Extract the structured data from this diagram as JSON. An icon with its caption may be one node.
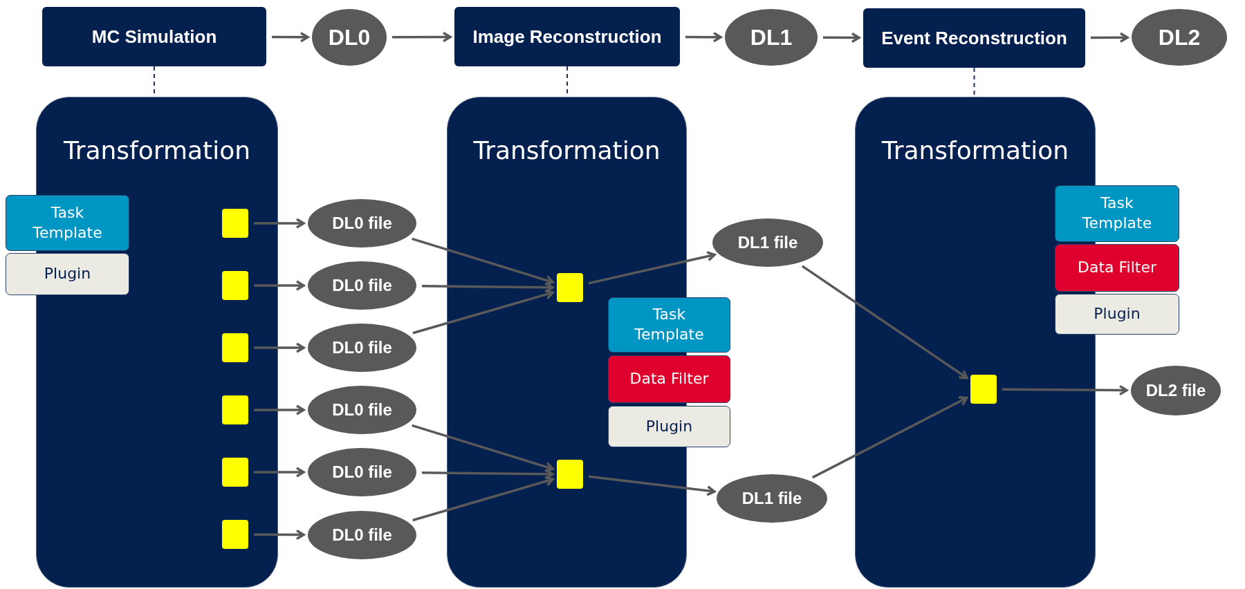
{
  "diagram": {
    "nodes": [
      {
        "text": [
          "MC Simulation"
        ]
      },
      {
        "text": [
          "DL0"
        ]
      },
      {
        "text": [
          "Image Reconstruction"
        ]
      },
      {
        "text": [
          "DL1"
        ]
      },
      {
        "text": [
          "Event Reconstruction"
        ]
      },
      {
        "text": [
          "DL2"
        ]
      },
      {
        "text": [
          "Transformation"
        ]
      },
      {
        "text": [
          "Transformation"
        ]
      },
      {
        "text": [
          "Transformation"
        ]
      },
      {
        "text": [
          "Task Template"
        ]
      },
      {
        "text": [
          "Plugin"
        ]
      },
      {
        "text": [],
        "shape": "box",
        "in": 6
      },
      {
        "text": [],
        "shape": "box",
        "in": 6
      },
      {
        "text": [],
        "shape": "box",
        "in": 6
      },
      {
        "text": [],
        "shape": "box",
        "in": 6
      },
      {
        "text": [],
        "shape": "box",
        "in": 6
      },
      {
        "text": [],
        "shape": "box",
        "in": 6
      },
      {
        "text": [
          "DL0 file"
        ]
      },
      {
        "text": [
          "DL0 file"
        ]
      },
      {
        "text": [
          "DL0 file"
        ]
      },
      {
        "text": [
          "DL0 file"
        ]
      },
      {
        "text": [
          "DL0 file"
        ]
      },
      {
        "text": [
          "DL0 file"
        ]
      },
      {
        "text": [],
        "shape": "box",
        "in": 7
      },
      {
        "text": [],
        "shape": "box",
        "in": 7
      },
      {
        "text": [
          "DL1 file"
        ]
      },
      {
        "text": [
          "DL1 file"
        ]
      },
      {
        "text": [
          "Task Template"
        ]
      },
      {
        "text": [
          "Data Filter"
        ]
      },
      {
        "text": [
          "Plugin"
        ]
      },
      {
        "text": [
          "Task Template"
        ]
      },
      {
        "text": [
          "Data Filter"
        ]
      },
      {
        "text": [
          "Plugin"
        ]
      },
      {
        "text": [],
        "shape": "box",
        "in": 8
      },
      {
        "text": [
          "DL2 file"
        ]
      }
    ],
    "edges": [
      {
        "from": 0,
        "to": 1,
        "arrow": "to"
      },
      {
        "from": 1,
        "to": 2,
        "arrow": "to"
      },
      {
        "from": 2,
        "to": 3,
        "arrow": "to"
      },
      {
        "from": 3,
        "to": 4,
        "arrow": "to"
      },
      {
        "from": 4,
        "to": 5,
        "arrow": "to"
      },
      {
        "from": 0,
        "to": 6,
        "arrow": "none",
        "style": "dashed",
        "color": "#1f2f55"
      },
      {
        "from": 2,
        "to": 7,
        "arrow": "none",
        "style": "dashed",
        "color": "#1f2f55"
      },
      {
        "from": 4,
        "to": 8,
        "arrow": "none",
        "style": "dashed",
        "color": "#1f2f55"
      },
      {
        "from": 11,
        "to": 17,
        "arrow": "to"
      },
      {
        "from": 12,
        "to": 18,
        "arrow": "to"
      },
      {
        "from": 13,
        "to": 19,
        "arrow": "to"
      },
      {
        "from": 14,
        "to": 20,
        "arrow": "to"
      },
      {
        "from": 15,
        "to": 21,
        "arrow": "to"
      },
      {
        "from": 16,
        "to": 22,
        "arrow": "to"
      },
      {
        "from": 17,
        "to": 23,
        "arrow": "to"
      },
      {
        "from": 18,
        "to": 23,
        "arrow": "to"
      },
      {
        "from": 19,
        "to": 23,
        "arrow": "to"
      },
      {
        "from": 20,
        "to": 24,
        "arrow": "to"
      },
      {
        "from": 21,
        "to": 24,
        "arrow": "to"
      },
      {
        "from": 22,
        "to": 24,
        "arrow": "to"
      },
      {
        "from": 23,
        "to": 25,
        "arrow": "to"
      },
      {
        "from": 24,
        "to": 26,
        "arrow": "to"
      },
      {
        "from": 25,
        "to": 33,
        "arrow": "to"
      },
      {
        "from": 26,
        "to": 33,
        "arrow": "to"
      },
      {
        "from": 33,
        "to": 34,
        "arrow": "to"
      }
    ]
  }
}
